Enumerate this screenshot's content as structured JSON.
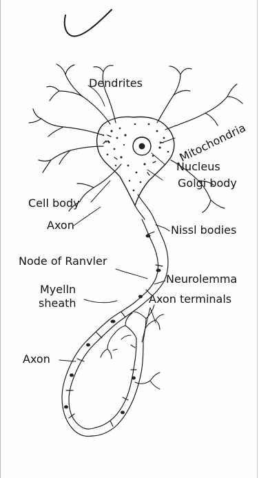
{
  "labels": {
    "dendrites": "Dendrites",
    "mitochondria": "Mitochondria",
    "nucleus": "Nucleus",
    "golgi_body": "Golgi body",
    "cell_body": "Cell body",
    "axon_upper": "Axon",
    "nissl_bodies": "Nissl bodies",
    "node_of_ranvier": "Node of Ranvler",
    "neurolemma": "Neurolemma",
    "myelin_sheath_line1": "Myelln",
    "myelin_sheath_line2": "sheath",
    "axon_terminals": "Axon terminals",
    "axon_lower": "Axon"
  },
  "colors": {
    "ink": "#1a1a1a",
    "paper": "#fefefe",
    "stipple": "#3a3a3a"
  }
}
